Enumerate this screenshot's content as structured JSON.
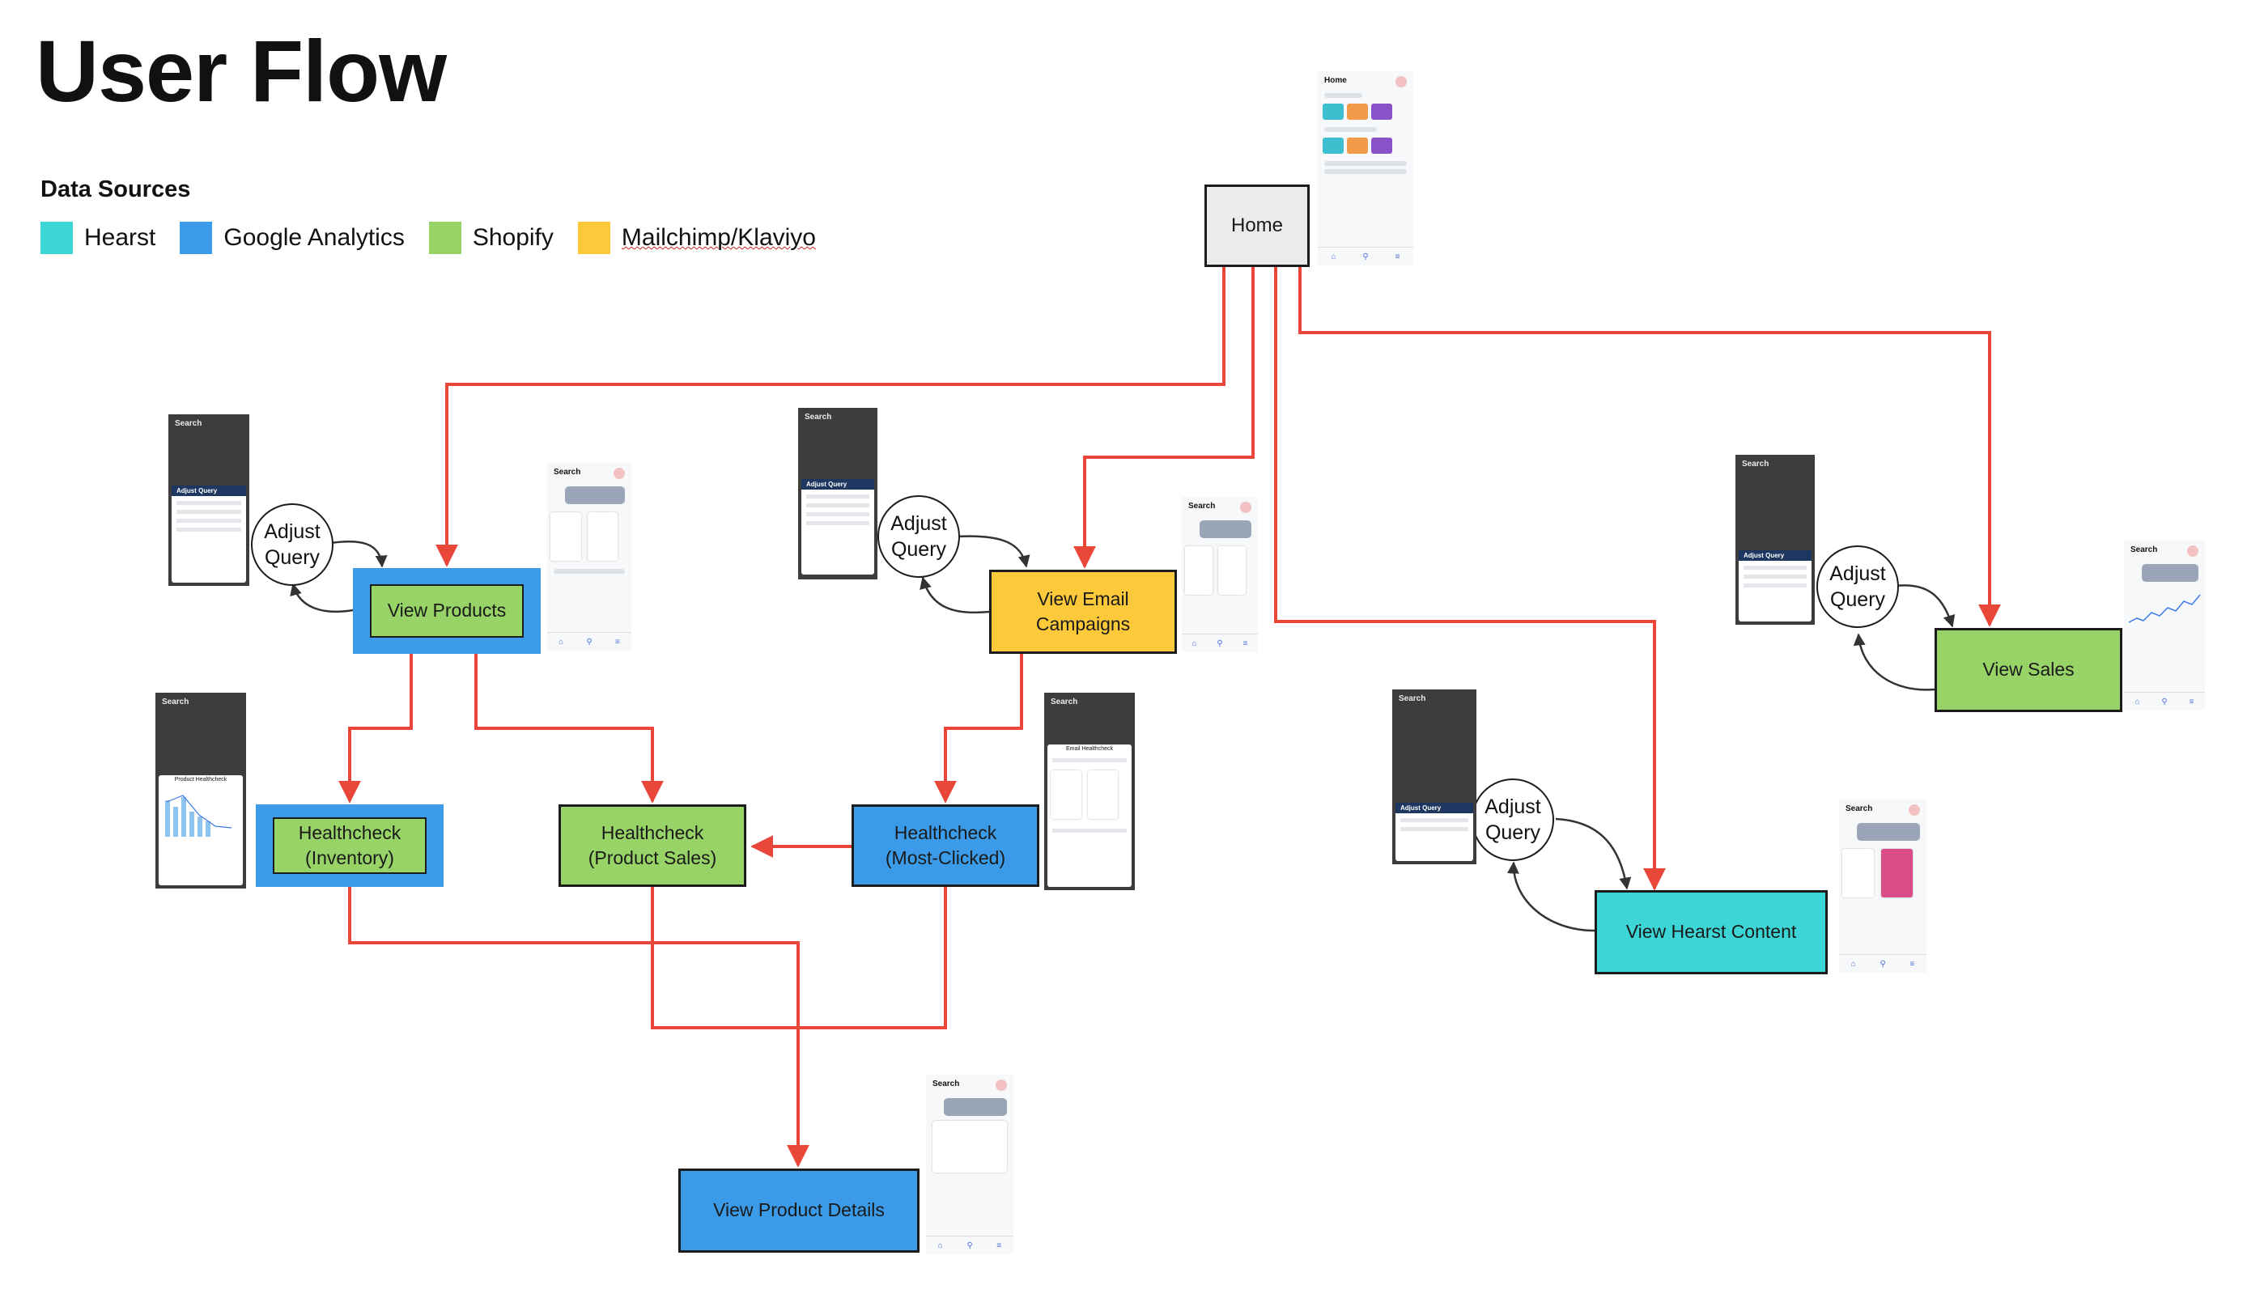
{
  "title": "User Flow",
  "legend": {
    "heading": "Data Sources",
    "items": [
      {
        "label": "Hearst",
        "color": "#3dd6d6"
      },
      {
        "label": "Google Analytics",
        "color": "#3b9be8"
      },
      {
        "label": "Shopify",
        "color": "#98d368"
      },
      {
        "label": "Mailchimp/Klaviyo",
        "color": "#fbc93a"
      }
    ]
  },
  "nodes": {
    "home": "Home",
    "view_products": "View Products",
    "view_email_line1": "View Email",
    "view_email_line2": "Campaigns",
    "view_sales": "View Sales",
    "view_hearst": "View Hearst Content",
    "hc_inventory_line1": "Healthcheck",
    "hc_inventory_line2": "(Inventory)",
    "hc_sales_line1": "Healthcheck",
    "hc_sales_line2": "(Product Sales)",
    "hc_clicked_line1": "Healthcheck",
    "hc_clicked_line2": "(Most-Clicked)",
    "view_product_details": "View Product Details",
    "adjust_line1": "Adjust",
    "adjust_line2": "Query"
  },
  "colors": {
    "edge": "#e8473a",
    "edge_dark": "#333333",
    "home_fill": "#ebebeb"
  },
  "mockups": {
    "home_title": "Home",
    "search_title": "Search",
    "adjust_panel_title": "Adjust Query",
    "healthcheck_title": "Product Healthcheck",
    "email_healthcheck_title": "Email Healthcheck"
  }
}
